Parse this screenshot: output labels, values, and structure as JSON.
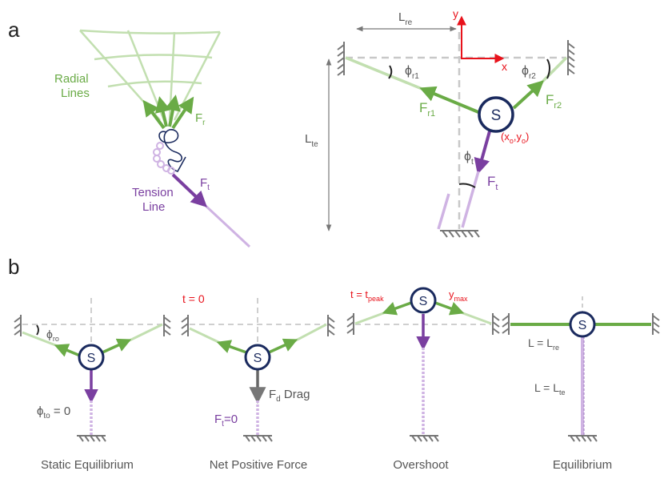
{
  "panel_a": {
    "letter": "a",
    "web": {
      "radial_label_1": "Radial",
      "radial_label_2": "Lines",
      "fr_main": "F",
      "fr_sub": "r",
      "tension_label_1": "Tension",
      "tension_label_2": "Line",
      "ft_main": "F",
      "ft_sub": "t"
    },
    "geometry_diagram": {
      "lre_main": "L",
      "lre_sub": "re",
      "lte_main": "L",
      "lte_sub": "te",
      "y_axis": "y",
      "x_axis": "x",
      "phi_r1_main": "ϕ",
      "phi_r1_sub": "r1",
      "phi_r2_main": "ϕ",
      "phi_r2_sub": "r2",
      "fr1_main": "F",
      "fr1_sub": "r1",
      "fr2_main": "F",
      "fr2_sub": "r2",
      "spider": "S",
      "pos_open": "(x",
      "pos_sub1": "o",
      "pos_mid": ",y",
      "pos_sub2": "o",
      "pos_close": ")",
      "phi_t_main": "ϕ",
      "phi_t_sub": "t",
      "ft_main": "F",
      "ft_sub": "t"
    }
  },
  "panel_b": {
    "letter": "b",
    "stages": [
      {
        "caption": "Static Equilibrium",
        "spider": "S",
        "phi_ro_main": "ϕ",
        "phi_ro_sub": "ro",
        "phi_to_main": "ϕ",
        "phi_to_sub": "to",
        "phi_to_value": " = 0"
      },
      {
        "caption": "Net Positive Force",
        "spider": "S",
        "time_label": "t = 0",
        "fd_main": "F",
        "fd_sub": "d",
        "fd_text": " Drag",
        "ft_main": "F",
        "ft_sub": "t",
        "ft_value": "=0"
      },
      {
        "caption": "Overshoot",
        "spider": "S",
        "tpeak_main": "t = t",
        "tpeak_sub": "peak",
        "ymax_main": "y",
        "ymax_sub": "max"
      },
      {
        "caption": "Equilibrium",
        "spider": "S",
        "l_re": "L = L",
        "l_re_sub": "re",
        "l_te": "L = L",
        "l_te_sub": "te"
      }
    ]
  },
  "colors": {
    "green_dark": "#6aab46",
    "green_light": "#c2dfb0",
    "purple_dark": "#7a3fa0",
    "purple_light": "#cfb3e3",
    "navy": "#1a2a5e",
    "red": "#e8121b",
    "gray": "#808080"
  }
}
